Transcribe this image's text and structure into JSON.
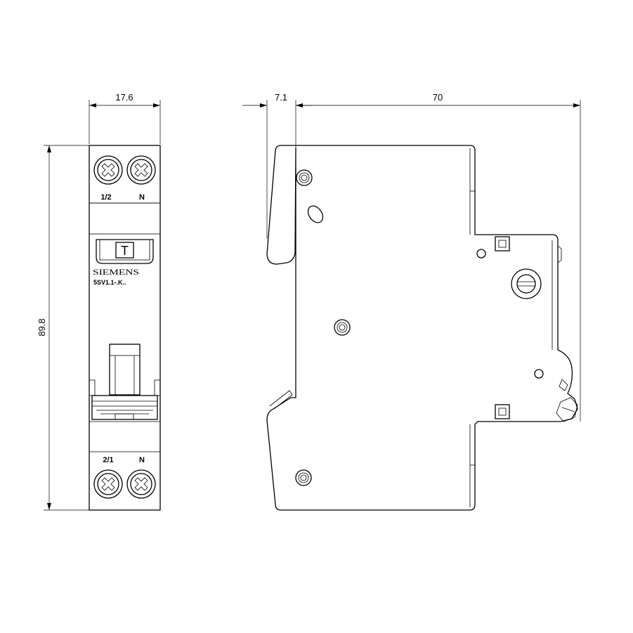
{
  "dimensions": {
    "front_width": "17.6",
    "height": "89.8",
    "side_offset": "7.1",
    "side_depth": "70"
  },
  "front_view": {
    "top_terminal_left_label": "1/2",
    "top_terminal_right_label": "N",
    "test_button_label": "T",
    "brand": "SIEMENS",
    "model": "5SV1.1-.K..",
    "bottom_terminal_left_label": "2/1",
    "bottom_terminal_right_label": "N"
  }
}
